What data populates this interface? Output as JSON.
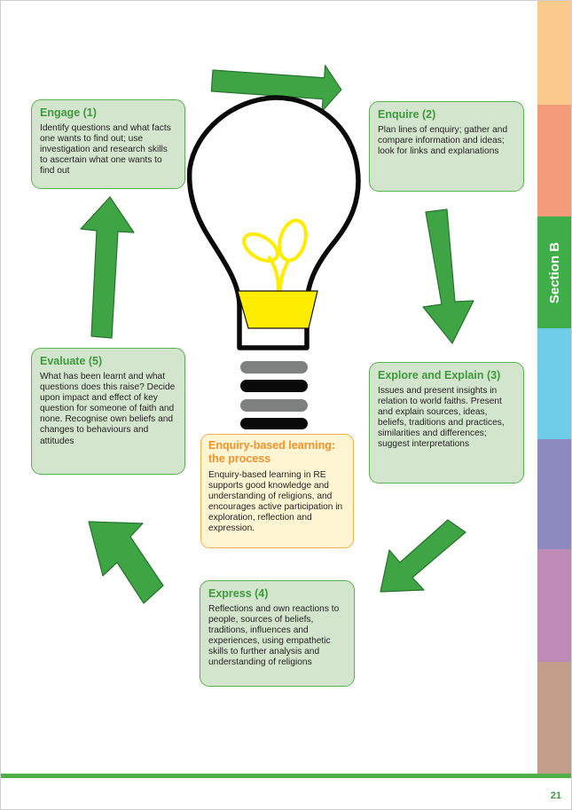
{
  "section_tabs": [
    {
      "color": "#fcc98d",
      "label": ""
    },
    {
      "color": "#f49c79",
      "label": ""
    },
    {
      "color": "#3fae49",
      "label": "Section B"
    },
    {
      "color": "#70cde9",
      "label": ""
    },
    {
      "color": "#8b89bd",
      "label": ""
    },
    {
      "color": "#be8ab8",
      "label": ""
    },
    {
      "color": "#c39d87",
      "label": ""
    }
  ],
  "stages": {
    "engage": {
      "title": "Engage (1)",
      "text": "Identify questions and what facts one wants to find out; use investigation and research skills to ascertain what one wants to find out"
    },
    "enquire": {
      "title": "Enquire (2)",
      "text": "Plan lines of enquiry; gather and compare information and ideas; look for links and explanations"
    },
    "explore": {
      "title": "Explore and Explain (3)",
      "text": "Issues and present insights in relation to world faiths. Present and explain sources, ideas, beliefs, traditions and practices, similarities and differences; suggest interpretations"
    },
    "express": {
      "title": "Express (4)",
      "text": "Reflections and own reactions to people, sources of beliefs, traditions, influences and experiences, using empathetic skills to further analysis and understanding of religions"
    },
    "evaluate": {
      "title": "Evaluate (5)",
      "text": "What has been learnt and what questions does this raise?  Decide upon impact and effect of key question for someone of faith and none. Recognise own beliefs and changes to behaviours and attitudes"
    }
  },
  "center": {
    "title": "Enquiry-based learning: the process",
    "text": "Enquiry-based learning in RE supports good knowledge and understanding of religions, and encourages active participation in exploration, reflection and expression."
  },
  "colors": {
    "arrow_green": "#3ea444",
    "arrow_outline": "#25742c",
    "card_fill": "#d3e6cd",
    "card_border": "#55b34d",
    "bulb_yellow": "#ffed00",
    "center_fill": "#fff5d3",
    "center_border": "#f7b24e",
    "title_orange": "#f4912a",
    "footer_green": "#4caf48"
  },
  "page_number": "21"
}
